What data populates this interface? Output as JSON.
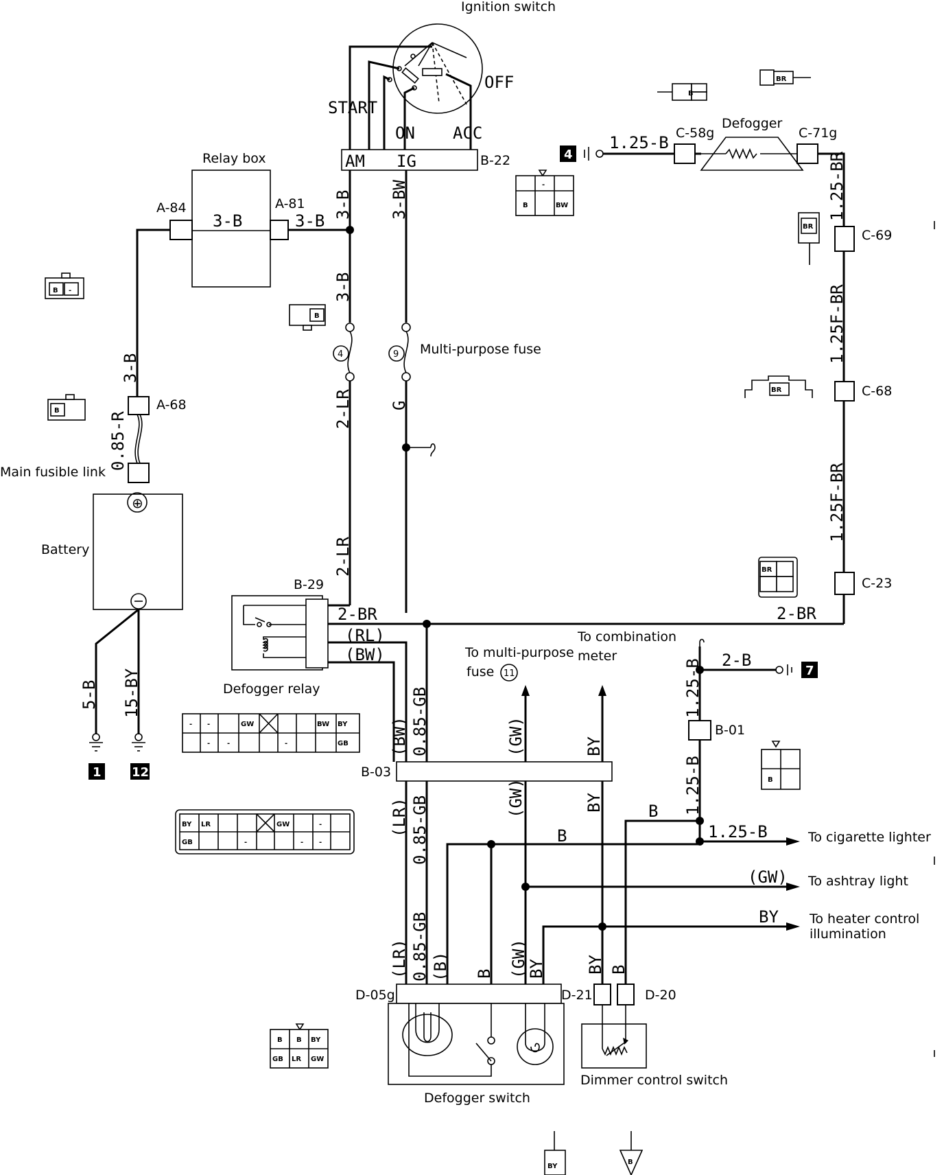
{
  "components": {
    "ignition_switch": "Ignition switch",
    "relay_box": "Relay box",
    "multi_purpose_fuse": "Multi-purpose fuse",
    "main_fusible_link": "Main fusible link",
    "battery": "Battery",
    "defogger_relay": "Defogger relay",
    "defogger": "Defogger",
    "defogger_switch": "Defogger switch",
    "dimmer_control_switch": "Dimmer control switch"
  },
  "switch_positions": {
    "start": "START",
    "on": "ON",
    "acc": "ACC",
    "off": "OFF",
    "am": "AM",
    "ig": "IG"
  },
  "connectors": {
    "a84": "A-84",
    "a81": "A-81",
    "a68": "A-68",
    "b22": "B-22",
    "b29": "B-29",
    "c58g": "C-58g",
    "c71g": "C-71g",
    "c69": "C-69",
    "c68": "C-68",
    "c23": "C-23",
    "b01": "B-01",
    "b03": "B-03",
    "d05g": "D-05g",
    "d21": "D-21",
    "d20": "D-20"
  },
  "fuses": {
    "f4": "4",
    "f9": "9",
    "f11": "11"
  },
  "grounds": {
    "g1": "1",
    "g12": "12",
    "g4": "4",
    "g7": "7"
  },
  "wires": {
    "relay_3b_left": "3-B",
    "relay_3b_right": "3-B",
    "am_3b": "3-B",
    "ig_3bw": "3-BW",
    "fuse_in_3b": "3-B",
    "fuse4_out_2lr": "2-LR",
    "fuse9_out_g": "G",
    "relay_in_2lr": "2-LR",
    "batt_3b": "3-B",
    "batt_085r": "0.85-R",
    "gnd_5b": "5-B",
    "gnd_15by": "15-BY",
    "relay_2br": "2-BR",
    "relay_rl": "(RL)",
    "relay_bw": "(BW)",
    "def_125b": "1.25-B",
    "c71_125br": "1.25-BR",
    "c69_125fbr": "1.25F-BR",
    "c68_125fbr": "1.25F-BR",
    "bottom_2br": "2-BR",
    "g7_2b": "2-B",
    "b01_top_125b": "1.25-B",
    "b01_bot_125b": "1.25-B",
    "b03_bw": "(BW)",
    "b03_085gb_top": "0.85-GB",
    "b03_gw_top": "(GW)",
    "b03_by_top": "BY",
    "b03_lr": "(LR)",
    "b03_085gb_bot": "0.85-GB",
    "b03_gw_bot": "(GW)",
    "b03_by_bot": "BY",
    "cig_b": "B",
    "cig_125b": "1.25-B",
    "b_bus": "B",
    "ash_gw": "(GW)",
    "heat_by": "BY",
    "d05_lr": "(LR)",
    "d05_085gb": "0.85-GB",
    "d05_b1": "(B)",
    "d05_b2": "B",
    "d05_gw": "(GW)",
    "d05_by": "BY",
    "d21_by": "BY",
    "d20_b": "B"
  },
  "destinations": {
    "mp_fuse_line1": "To multi-purpose",
    "mp_fuse_line2": "fuse",
    "comb_meter_line1": "To combination",
    "comb_meter_line2": "meter",
    "cig_lighter": "To cigarette lighter",
    "ashtray": "To ashtray light",
    "heater_line1": "To heater control",
    "heater_line2": "illumination"
  },
  "pins": {
    "b": "B",
    "dash": "-",
    "bw": "BW",
    "br": "BR",
    "gw": "GW",
    "by": "BY",
    "gb": "GB",
    "lr": "LR"
  }
}
